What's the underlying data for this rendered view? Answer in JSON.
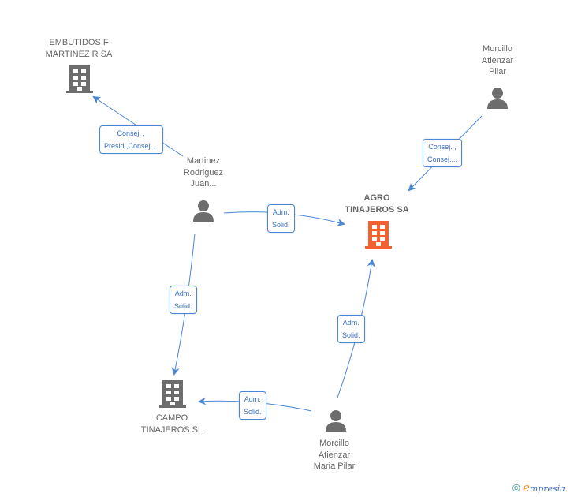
{
  "nodes": [
    {
      "id": "embutidos",
      "type": "company",
      "label": "EMBUTIDOS F\nMARTINEZ R SA",
      "color": "#6d6d6d"
    },
    {
      "id": "agro",
      "type": "company",
      "label": "AGRO\nTINAJEROS SA",
      "color": "#f4622f",
      "main": true
    },
    {
      "id": "campo",
      "type": "company",
      "label": "CAMPO\nTINAJEROS SL",
      "color": "#6d6d6d"
    },
    {
      "id": "martinez",
      "type": "person",
      "label": "Martinez\nRodriguez\nJuan...",
      "color": "#6d6d6d"
    },
    {
      "id": "morcillo_pilar",
      "type": "person",
      "label": "Morcillo\nAtienzar\nPilar",
      "color": "#6d6d6d"
    },
    {
      "id": "morcillo_maria",
      "type": "person",
      "label": "Morcillo\nAtienzar\nMaria Pilar",
      "color": "#6d6d6d"
    }
  ],
  "edges": [
    {
      "from": "martinez",
      "to": "embutidos",
      "label": "Consej. ,\nPresid.,Consej...."
    },
    {
      "from": "morcillo_pilar",
      "to": "agro",
      "label": "Consej. ,\nConsej...."
    },
    {
      "from": "martinez",
      "to": "agro",
      "label": "Adm.\nSolid."
    },
    {
      "from": "martinez",
      "to": "campo",
      "label": "Adm.\nSolid."
    },
    {
      "from": "morcillo_maria",
      "to": "agro",
      "label": "Adm.\nSolid."
    },
    {
      "from": "morcillo_maria",
      "to": "campo",
      "label": "Adm.\nSolid."
    }
  ],
  "colors": {
    "edge": "#4a86d8",
    "accent": "#f4622f",
    "neutral": "#6d6d6d"
  },
  "footer": {
    "copyright": "©",
    "brand_initial": "e",
    "brand_rest": "mpresia"
  }
}
